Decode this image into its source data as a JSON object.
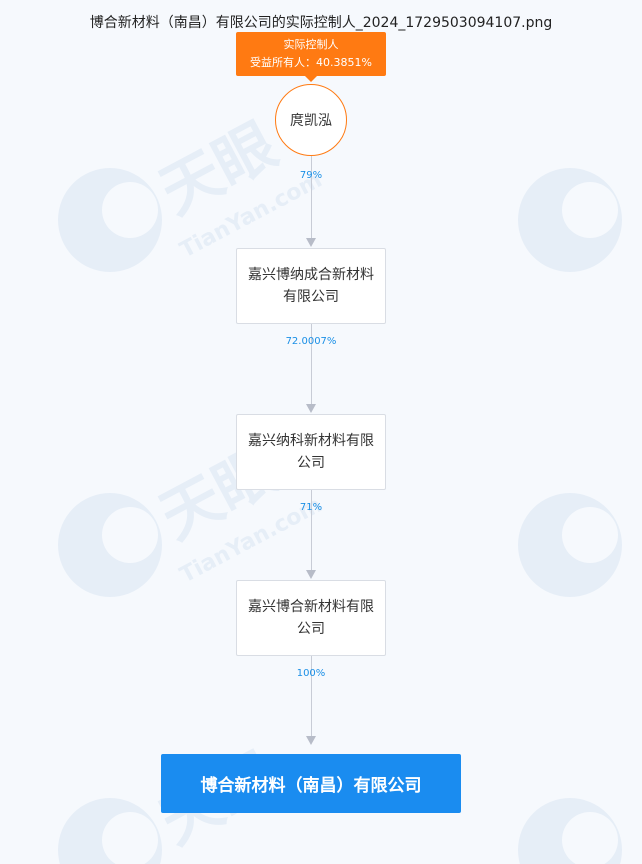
{
  "title": "博合新材料（南昌）有限公司的实际控制人_2024_1729503094107.png",
  "controller": {
    "label": "实际控制人",
    "benefit": "受益所有人：40.3851%",
    "name": "庹凯泓"
  },
  "links": [
    "79%",
    "72.0007%",
    "71%",
    "100%"
  ],
  "companies": [
    "嘉兴博纳成合新材料有限公司",
    "嘉兴纳科新材料有限公司",
    "嘉兴博合新材料有限公司"
  ],
  "target": "博合新材料（南昌）有限公司",
  "colors": {
    "controller_accent": "#ff7a12",
    "target_fill": "#1a8cf0",
    "percent_text": "#1a8fe6"
  }
}
